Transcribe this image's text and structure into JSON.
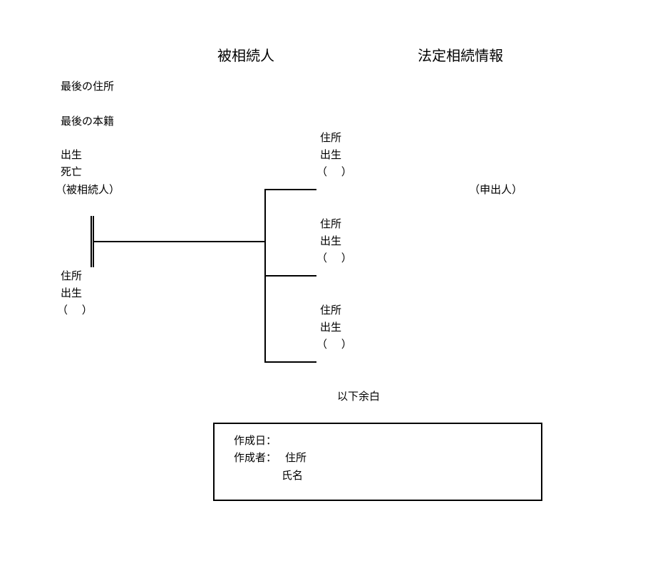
{
  "header": {
    "decedent_title": "被相続人",
    "info_title": "法定相続情報"
  },
  "decedent": {
    "last_address": "最後の住所",
    "last_domicile": "最後の本籍",
    "birth": "出生",
    "death": "死亡",
    "role": "（被相続人）"
  },
  "spouse": {
    "address": "住所",
    "birth": "出生",
    "relation": "（　 ）"
  },
  "children": [
    {
      "address": "住所",
      "birth": "出生",
      "relation": "（　 ）"
    },
    {
      "address": "住所",
      "birth": "出生",
      "relation": "（　 ）"
    },
    {
      "address": "住所",
      "birth": "出生",
      "relation": "（　 ）"
    }
  ],
  "applicant_label": "（申出人）",
  "end_note": "以下余白",
  "footer": {
    "created_date_label": "作成日：",
    "creator_label": "作成者：",
    "creator_address_label": "住所",
    "creator_name_label": "氏名"
  }
}
